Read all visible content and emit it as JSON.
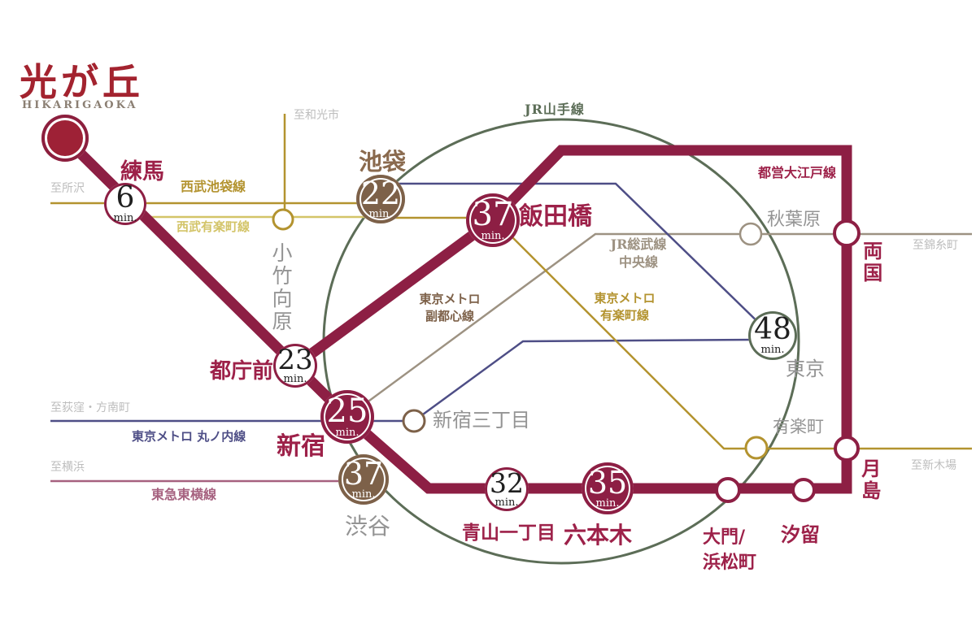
{
  "ui": {
    "min_label": "min."
  },
  "colors": {
    "toei_oedo_line": "#8d1f44",
    "crimson_text": "#9d2149",
    "title_red": "#a3232f",
    "hikarigaoka_en_gray": "#8b7f73",
    "fukutoshin_brown": "#7d6149",
    "ikebukuro_brown_text": "#8a6a4e",
    "gold_dark": "#b3932f",
    "gold_light": "#d3c468",
    "jr_sobu_tan": "#9d9282",
    "marunouchi_blue": "#4e4e86",
    "yamanote_green": "#5c6d57",
    "toyoko_pink": "#a6617f",
    "station_gray": "#949494",
    "direction_gray": "#bdbdbd",
    "white": "#ffffff"
  },
  "title": {
    "ja": "光が丘",
    "en": "HIKARIGAOKA"
  },
  "line_labels": {
    "seibu_ikebukuro": "西武池袋線",
    "seibu_yurakucho": "西武有楽町線",
    "jr_yamanote": "JR山手線",
    "toei_oedo": "都営大江戸線",
    "jr_sobu_l1": "JR総武線",
    "jr_sobu_l2": "中央線",
    "metro_fukutoshin_l1": "東京メトロ",
    "metro_fukutoshin_l2": "副都心線",
    "metro_yurakucho_l1": "東京メトロ",
    "metro_yurakucho_l2": "有楽町線",
    "metro_marunouchi": "東京メトロ 丸ノ内線",
    "tokyu_toyoko": "東急東横線"
  },
  "directions": {
    "tokorozawa": "至所沢",
    "wakoshi": "至和光市",
    "kinshicho": "至錦糸町",
    "ogikubo": "至荻窪・方南町",
    "yokohama": "至横浜",
    "shinkiba": "至新木場"
  },
  "stations": {
    "hikarigaoka": {
      "name": "光が丘"
    },
    "nerima": {
      "name": "練馬",
      "time": "6"
    },
    "kotakemukaihara": {
      "name": "小竹向原"
    },
    "ikebukuro": {
      "name": "池袋",
      "time": "22"
    },
    "tochomae": {
      "name": "都庁前",
      "time": "23"
    },
    "shinjuku": {
      "name": "新宿",
      "time": "25"
    },
    "shinjuku_sanchome": {
      "name": "新宿三丁目"
    },
    "shibuya": {
      "name": "渋谷",
      "time": "37"
    },
    "iidabashi": {
      "name": "飯田橋",
      "time": "37"
    },
    "aoyama_itchome": {
      "name": "青山一丁目",
      "time": "32"
    },
    "roppongi": {
      "name": "六本木",
      "time": "35"
    },
    "daimon": {
      "name_l1": "大門/",
      "name_l2": "浜松町"
    },
    "shiodome": {
      "name": "汐留"
    },
    "tsukishima": {
      "name": "月島"
    },
    "yurakucho": {
      "name": "有楽町"
    },
    "tokyo": {
      "name": "東京",
      "time": "48"
    },
    "akihabara": {
      "name": "秋葉原"
    },
    "ryogoku": {
      "name": "両国"
    }
  }
}
